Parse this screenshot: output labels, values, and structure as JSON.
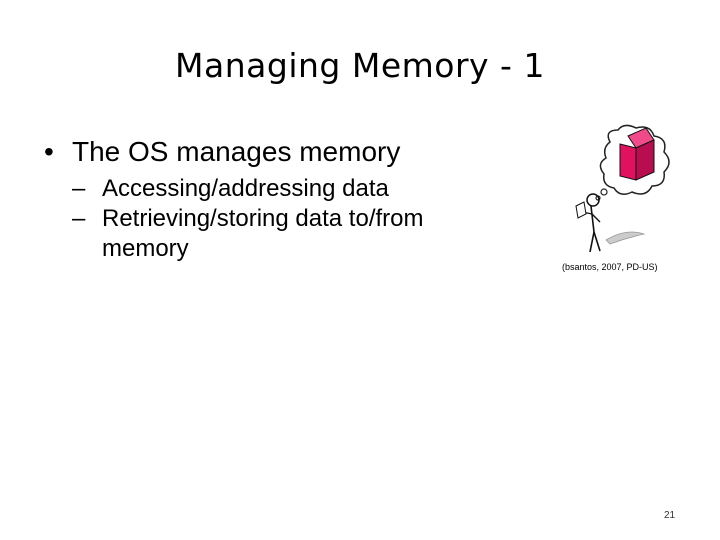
{
  "slide": {
    "title": "Managing Memory - 1",
    "bullet": {
      "marker": "•",
      "text": "The OS manages memory",
      "subitems": [
        {
          "marker": "–",
          "text": "Accessing/addressing data"
        },
        {
          "marker": "–",
          "text": "Retrieving/storing data to/from memory"
        }
      ]
    },
    "image": {
      "icon": "stick-figure-thinking-of-pink-box-icon",
      "credit": "(bsantos, 2007, PD-US)"
    },
    "page_number": "21"
  },
  "colors": {
    "accent": "#e0115f",
    "background": "#ffffff"
  }
}
